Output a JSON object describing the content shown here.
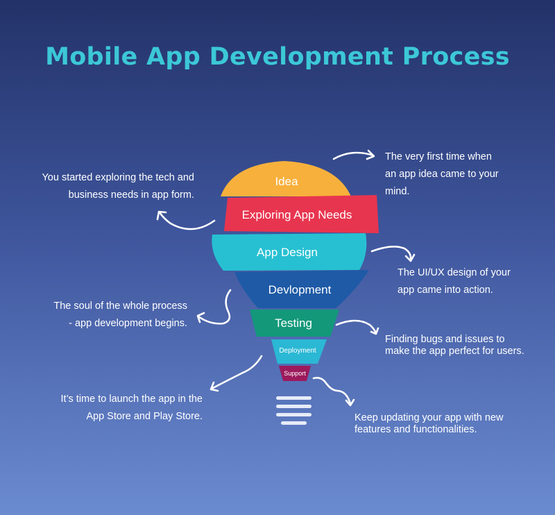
{
  "title": "Mobile App Development Process",
  "stages": [
    {
      "label": "Idea",
      "color": "#f7b03c"
    },
    {
      "label": "Exploring App Needs",
      "color": "#e8354f"
    },
    {
      "label": "App Design",
      "color": "#27c0d2"
    },
    {
      "label": "Devlopment",
      "color": "#1e5aa6"
    },
    {
      "label": "Testing",
      "color": "#13987a"
    },
    {
      "label": "Deployment",
      "color": "#2bb8d4"
    },
    {
      "label": "Support",
      "color": "#9c1a5c"
    }
  ],
  "descriptions": {
    "idea": [
      "The very first time when",
      "an app idea came to your",
      "mind."
    ],
    "exploring": [
      "You started exploring the tech and",
      "business needs in app form."
    ],
    "design": [
      "The UI/UX design of your",
      "app came into action."
    ],
    "development": [
      "The soul of the whole process",
      "- app development begins."
    ],
    "testing": [
      "Finding bugs and issues to",
      "make the app perfect for users."
    ],
    "deployment": [
      "It’s time to launch the app in the",
      "App Store and Play Store."
    ],
    "support": [
      "Keep updating your app with new",
      "features and functionalities."
    ]
  }
}
